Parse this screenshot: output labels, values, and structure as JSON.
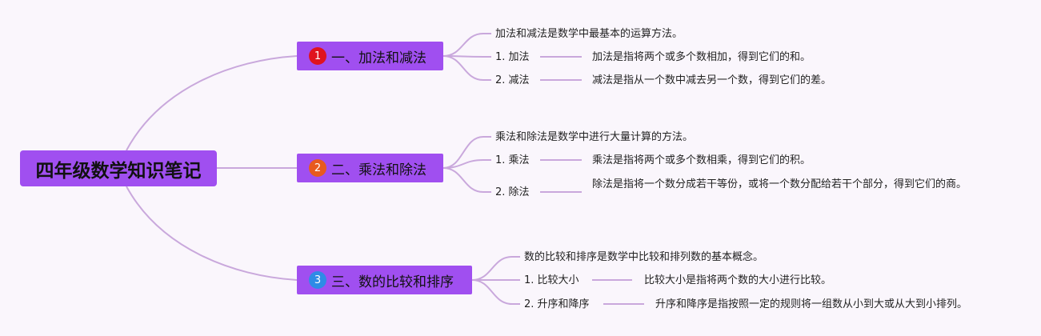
{
  "root": {
    "label": "四年级数学知识笔记"
  },
  "colors": {
    "node_fill": "#a04ff0",
    "connector": "#c9a8dc",
    "badge_1": "#e0131f",
    "badge_2": "#e85a1e",
    "badge_3": "#2e8be6"
  },
  "branches": [
    {
      "badge": "1",
      "title": "一、加法和减法",
      "intro": "加法和减法是数学中最基本的运算方法。",
      "items": [
        {
          "term": "1. 加法",
          "desc": "加法是指将两个或多个数相加，得到它们的和。"
        },
        {
          "term": "2. 减法",
          "desc": "减法是指从一个数中减去另一个数，得到它们的差。"
        }
      ]
    },
    {
      "badge": "2",
      "title": "二、乘法和除法",
      "intro": "乘法和除法是数学中进行大量计算的方法。",
      "items": [
        {
          "term": "1. 乘法",
          "desc": "乘法是指将两个或多个数相乘，得到它们的积。"
        },
        {
          "term": "2. 除法",
          "desc": "除法是指将一个数分成若干等份，或将一个数分配给若干个部分，得到它们的商。"
        }
      ]
    },
    {
      "badge": "3",
      "title": "三、数的比较和排序",
      "intro": "数的比较和排序是数学中比较和排列数的基本概念。",
      "items": [
        {
          "term": "1. 比较大小",
          "desc": "比较大小是指将两个数的大小进行比较。"
        },
        {
          "term": "2. 升序和降序",
          "desc": "升序和降序是指按照一定的规则将一组数从小到大或从大到小排列。"
        }
      ]
    }
  ]
}
